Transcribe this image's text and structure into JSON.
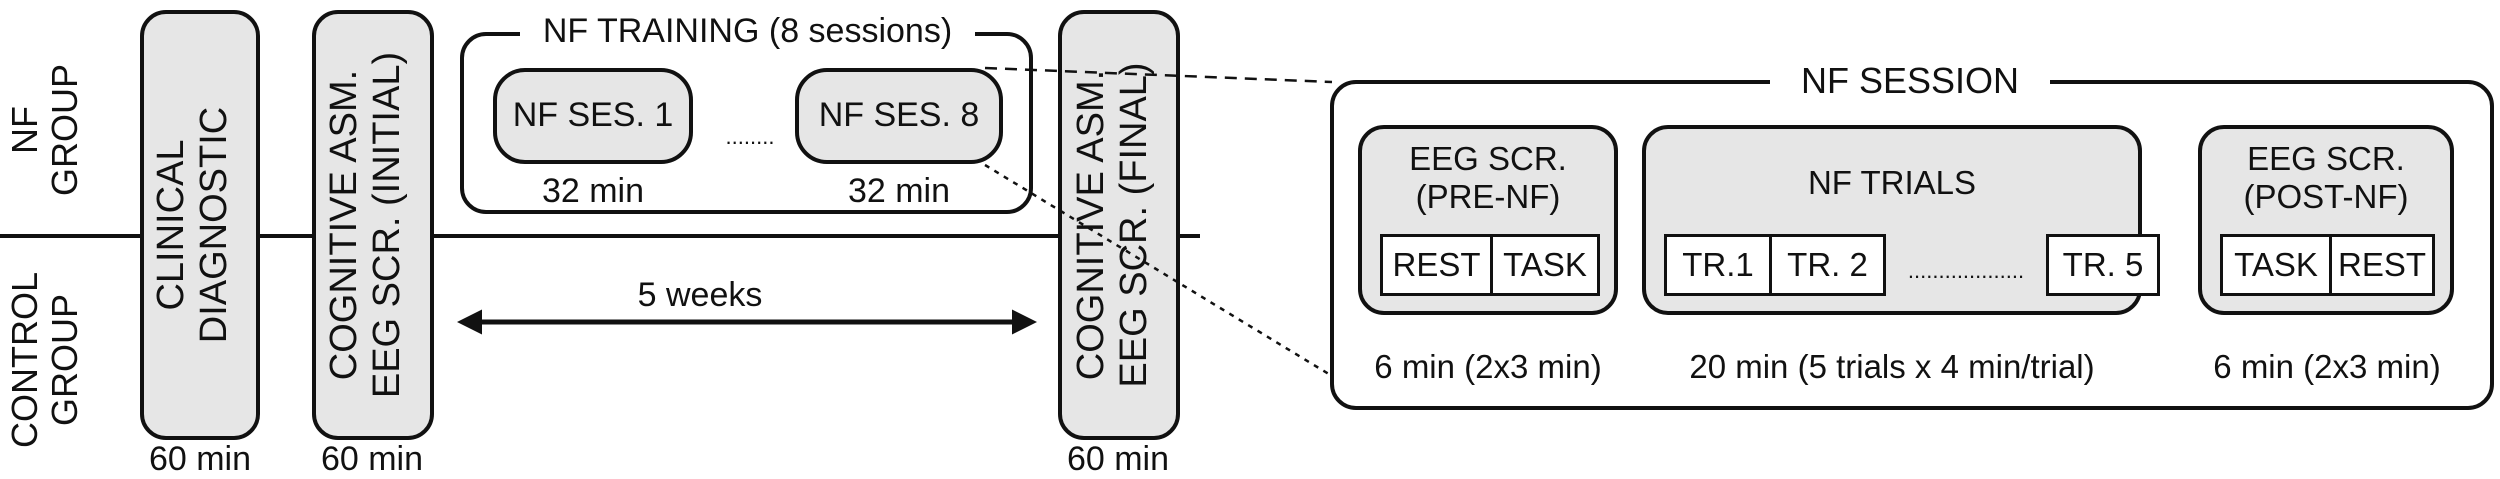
{
  "groups": {
    "nf": "NF\nGROUP",
    "control": "CONTROL\nGROUP"
  },
  "timeline": {
    "clinical": {
      "label": "CLINICAL\nDIAGNOSTIC",
      "duration": "60 min"
    },
    "initial": {
      "label": "COGNITIVE ASM.\nEEG SCR. (INITIAL)",
      "duration": "60 min"
    },
    "final": {
      "label": "COGNITIVE ASM.\nEEG SCR. (FINAL)",
      "duration": "60 min"
    },
    "weeks": "5 weeks"
  },
  "training": {
    "title": "NF TRAINING (8 sessions)",
    "ses1": {
      "label": "NF SES. 1",
      "duration": "32 min"
    },
    "dots": "........",
    "ses8": {
      "label": "NF SES. 8",
      "duration": "32 min"
    }
  },
  "session": {
    "title": "NF SESSION",
    "pre": {
      "title": "EEG SCR.\n(PRE-NF)",
      "cells": [
        "REST",
        "TASK"
      ],
      "duration": "6 min (2x3 min)"
    },
    "trials": {
      "title": "NF TRIALS",
      "cells": [
        "TR.1",
        "TR. 2",
        "TR. 5"
      ],
      "dots": "...................",
      "duration": "20 min (5 trials x 4 min/trial)"
    },
    "post": {
      "title": "EEG SCR.\n(POST-NF)",
      "cells": [
        "TASK",
        "REST"
      ],
      "duration": "6 min (2x3 min)"
    }
  },
  "colors": {
    "box_fill": "#e6e6e6",
    "stroke": "#111111",
    "background": "#ffffff"
  }
}
